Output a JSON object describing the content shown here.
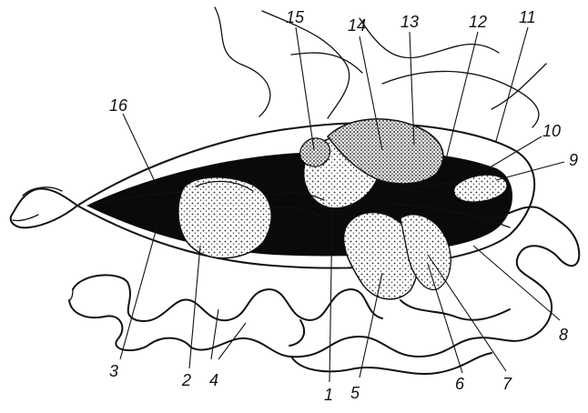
{
  "figure": {
    "labels": [
      {
        "id": "l1",
        "text": "1"
      },
      {
        "id": "l2",
        "text": "2"
      },
      {
        "id": "l3",
        "text": "3"
      },
      {
        "id": "l4",
        "text": "4"
      },
      {
        "id": "l5",
        "text": "5"
      },
      {
        "id": "l6",
        "text": "6"
      },
      {
        "id": "l7",
        "text": "7"
      },
      {
        "id": "l8",
        "text": "8"
      },
      {
        "id": "l9",
        "text": "9"
      },
      {
        "id": "l10",
        "text": "10"
      },
      {
        "id": "l11",
        "text": "11"
      },
      {
        "id": "l12",
        "text": "12"
      },
      {
        "id": "l13",
        "text": "13"
      },
      {
        "id": "l14",
        "text": "14"
      },
      {
        "id": "l15",
        "text": "15"
      },
      {
        "id": "l16",
        "text": "16"
      }
    ]
  }
}
